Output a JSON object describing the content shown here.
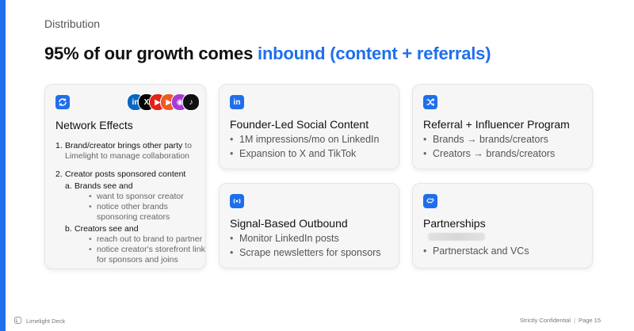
{
  "eyebrow": "Distribution",
  "headline": {
    "prefix": "95% of our growth comes ",
    "accent": "inbound (content + referrals)"
  },
  "cards": {
    "network": {
      "title": "Network Effects",
      "social_icons": [
        "linkedin-icon",
        "x-icon",
        "youtube-icon",
        "play-icon",
        "podcast-icon",
        "tiktok-icon"
      ],
      "items": [
        {
          "num": "1.",
          "text": "Brand/creator brings other party",
          "text_gray": " to Limelight to manage collaboration"
        },
        {
          "num": "2.",
          "text": "Creator posts sponsored content",
          "sub": [
            {
              "letter": "a.",
              "text": "Brands see and",
              "bullets": [
                "want to sponsor creator",
                "notice other brands sponsoring creators"
              ]
            },
            {
              "letter": "b.",
              "text": "Creators see and",
              "bullets": [
                "reach out to brand to partner",
                "notice creator's storefront link for sponsors and joins"
              ]
            }
          ]
        }
      ]
    },
    "founder": {
      "title": "Founder-Led Social Content",
      "bullets": [
        "1M impressions/mo on LinkedIn",
        "Expansion to X and TikTok"
      ]
    },
    "referral": {
      "title": "Referral + Influencer Program",
      "bullets": [
        "Brands → brands/creators",
        "Creators → brands/creators"
      ]
    },
    "signal": {
      "title": "Signal-Based Outbound",
      "bullets": [
        "Monitor LinkedIn posts",
        "Scrape newsletters for sponsors"
      ]
    },
    "partnerships": {
      "title": "Partnerships",
      "bullets": [
        "Partnerstack and VCs"
      ]
    }
  },
  "footer": {
    "deck": "Limelight Deck",
    "confidential": "Strictly Confidential",
    "page": "Page 15"
  },
  "colors": {
    "accent": "#1f6feb",
    "card_bg": "#f6f6f7",
    "muted_text": "#555555"
  }
}
